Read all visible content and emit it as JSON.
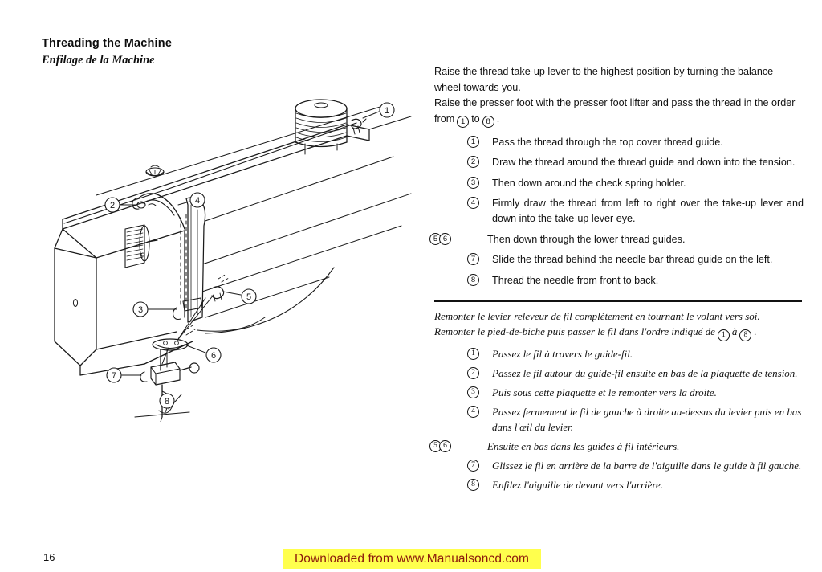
{
  "headings": {
    "english": "Threading the Machine",
    "french": "Enfilage de la Machine"
  },
  "english_section": {
    "intro_lines": [
      "Raise the thread take-up lever to the highest position by turning the balance",
      "wheel towards you.",
      "Raise the presser foot with the presser foot lifter and pass the thread in the order",
      "from"
    ],
    "intro_from_label": "from",
    "intro_to_label": "to",
    "intro_range_start": "1",
    "intro_range_end": "8",
    "intro_period": ".",
    "steps": [
      {
        "num": "1",
        "num2": "",
        "text": "Pass the thread through the top cover thread guide."
      },
      {
        "num": "2",
        "num2": "",
        "text": "Draw the thread around the thread guide and down into the tension."
      },
      {
        "num": "3",
        "num2": "",
        "text": "Then down around the check spring holder."
      },
      {
        "num": "4",
        "num2": "",
        "text": "Firmly draw the thread from left to right over the take-up lever and down into the take-up lever eye."
      },
      {
        "num": "5",
        "num2": "6",
        "text": "Then down through the lower thread guides."
      },
      {
        "num": "7",
        "num2": "",
        "text": "Slide the thread behind the needle bar thread guide on the left."
      },
      {
        "num": "8",
        "num2": "",
        "text": "Thread the needle from front to back."
      }
    ]
  },
  "french_section": {
    "intro_line1": "Remonter le levier releveur de fil complètement en tournant le volant vers soi.",
    "intro_line2_a": "Remonter le pied-de-biche puis passer le fil dans l'ordre indiqué de",
    "intro_line2_mid": "à",
    "intro_line2_end": ".",
    "intro_range_start": "1",
    "intro_range_end": "8",
    "steps": [
      {
        "num": "1",
        "num2": "",
        "text": "Passez le fil à travers le guide-fil."
      },
      {
        "num": "2",
        "num2": "",
        "text": "Passez le fil autour du guide-fil ensuite en bas de la plaquette de tension."
      },
      {
        "num": "3",
        "num2": "",
        "text": "Puis sous cette plaquette et le remonter vers la droite."
      },
      {
        "num": "4",
        "num2": "",
        "text": "Passez fermement le fil de gauche à droite au-dessus du levier puis en bas dans l'œil du levier."
      },
      {
        "num": "5",
        "num2": "6",
        "text": "Ensuite en bas dans les guides à fil intérieurs."
      },
      {
        "num": "7",
        "num2": "",
        "text": "Glissez le fil en arrière de la barre de l'aiguille dans le guide à  fil gauche."
      },
      {
        "num": "8",
        "num2": "",
        "text": "Enfilez l'aiguille de devant vers l'arrière."
      }
    ]
  },
  "figure": {
    "description": "Line drawing of a sewing machine in perspective showing the thread path from the spool down to the needle",
    "callouts": [
      {
        "label": "1",
        "meaning": "top-cover-thread-guide"
      },
      {
        "label": "2",
        "meaning": "thread-guide-upper"
      },
      {
        "label": "3",
        "meaning": "check-spring-holder"
      },
      {
        "label": "4",
        "meaning": "take-up-lever"
      },
      {
        "label": "5",
        "meaning": "lower-thread-guide-upper"
      },
      {
        "label": "6",
        "meaning": "lower-thread-guide-lower"
      },
      {
        "label": "7",
        "meaning": "needle-bar-thread-guide"
      },
      {
        "label": "8",
        "meaning": "needle"
      }
    ]
  },
  "footer": {
    "page_number": "16",
    "download_notice": "Downloaded from www.Manualsoncd.com",
    "banner_color": "#ffff4d",
    "banner_text_color": "#8c1a0c"
  }
}
